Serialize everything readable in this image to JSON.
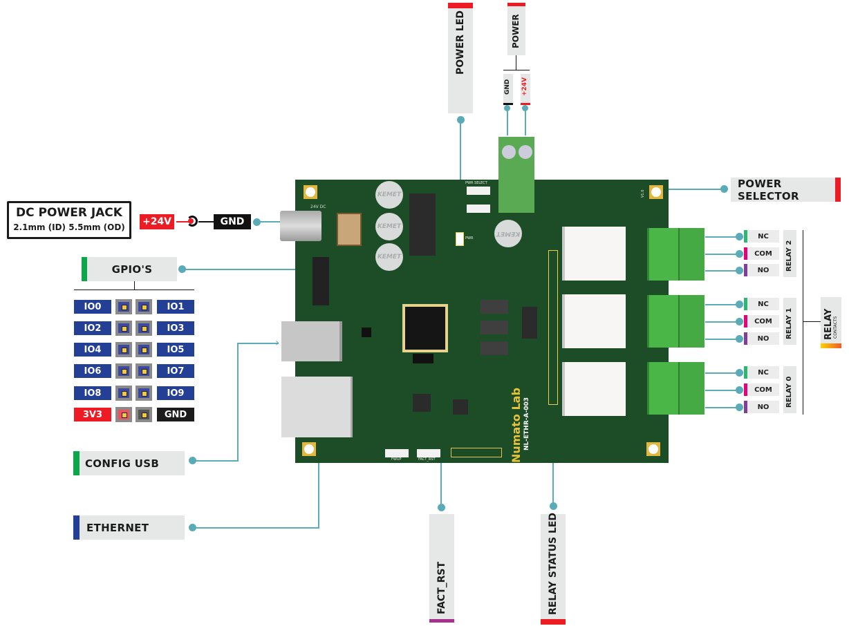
{
  "title": "Numato Lab NL-ETHR-A-003 Ethernet Relay Module Pinout",
  "colors": {
    "leader": "#5aabb8",
    "accent_red": "#ed1c24",
    "accent_green": "#0ea64b",
    "accent_blue": "#233f96",
    "accent_purple": "#a8318f",
    "nc": "#2db573",
    "com": "#e6007e",
    "no": "#7f3f98",
    "pcb": "#1c4d26"
  },
  "dc_jack": {
    "title": "DC POWER JACK",
    "subtitle": "2.1mm (ID) 5.5mm (OD)",
    "positive": "+24V",
    "negative": "GND"
  },
  "gpio": {
    "title": "GPIO'S",
    "rows": [
      {
        "left": "IO0",
        "right": "IO1"
      },
      {
        "left": "IO2",
        "right": "IO3"
      },
      {
        "left": "IO4",
        "right": "IO5"
      },
      {
        "left": "IO6",
        "right": "IO7"
      },
      {
        "left": "IO8",
        "right": "IO9"
      },
      {
        "left": "3V3",
        "right": "GND"
      }
    ]
  },
  "labels": {
    "power_led": "POWER LED",
    "power": "POWER",
    "power_gnd": "GND",
    "power_24v": "+24V",
    "power_selector": "POWER SELECTOR",
    "config_usb": "CONFIG USB",
    "ethernet": "ETHERNET",
    "fact_rst": "FACT_RST",
    "relay_status_led": "RELAY STATUS LED",
    "relay": "RELAY",
    "relay_sub": "CONTACTS"
  },
  "relays": [
    {
      "name": "RELAY 2",
      "contacts": [
        "NC",
        "COM",
        "NO"
      ]
    },
    {
      "name": "RELAY 1",
      "contacts": [
        "NC",
        "COM",
        "NO"
      ]
    },
    {
      "name": "RELAY 0",
      "contacts": [
        "NC",
        "COM",
        "NO"
      ]
    }
  ],
  "board": {
    "brand": "Numato Lab",
    "model": "NL-ETHR-A-003",
    "silk_24vdc": "24V DC",
    "silk_pwr_select": "PWR SELECT",
    "silk_pwr": "PWR",
    "silk_fwup": "FWUP",
    "silk_fact_rst": "FACT_RST",
    "cap_brand": "KEMET",
    "version": "V1.0"
  }
}
